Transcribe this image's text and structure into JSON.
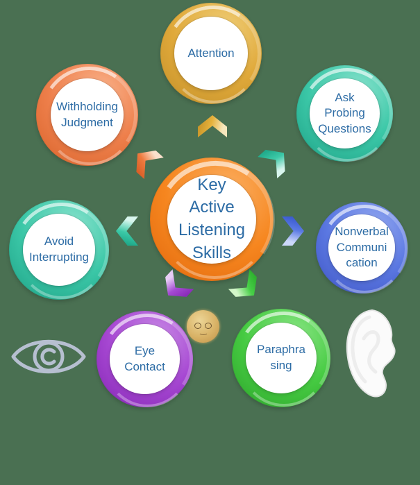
{
  "background_color": "#4a7052",
  "text_color": "#2d6ca5",
  "center": {
    "label": "Key\nActive\nListening\nSkills",
    "ring_color": "#f6861f"
  },
  "nodes": [
    {
      "id": "attention",
      "label": "Attention",
      "ring_color": "#e0a93a",
      "arrow_color": "#e6b23c",
      "arrow_direction": "up"
    },
    {
      "id": "withholding-judgment",
      "label": "Withholding\nJudgment",
      "ring_color": "#ee7f4b",
      "arrow_color": "#ef7a3e",
      "arrow_direction": "up-left"
    },
    {
      "id": "ask-probing-questions",
      "label": "Ask\nProbing\nQuestions",
      "ring_color": "#3bc7a7",
      "arrow_color": "#3cc9a7",
      "arrow_direction": "up-right"
    },
    {
      "id": "avoid-interrupting",
      "label": "Avoid\nInterrupting",
      "ring_color": "#3bc7a7",
      "arrow_color": "#3cc9a7",
      "arrow_direction": "left"
    },
    {
      "id": "nonverbal-communication",
      "label": "Nonverbal\nCommuni\ncation",
      "ring_color": "#5b78e2",
      "arrow_color": "#5b7ae4",
      "arrow_direction": "right"
    },
    {
      "id": "eye-contact",
      "label": "Eye\nContact",
      "ring_color": "#a647d2",
      "arrow_color": "#a44ad2",
      "arrow_direction": "down-left"
    },
    {
      "id": "paraphrasing",
      "label": "Paraphra\nsing",
      "ring_color": "#46cb42",
      "arrow_color": "#48cf48",
      "arrow_direction": "down-right"
    }
  ],
  "icons": [
    {
      "name": "eye-icon",
      "color": "#b6bfd0"
    },
    {
      "name": "fuzzy-face-icon",
      "color": "#d9b367"
    },
    {
      "name": "ear-icon",
      "color": "#fbfbfb"
    }
  ]
}
